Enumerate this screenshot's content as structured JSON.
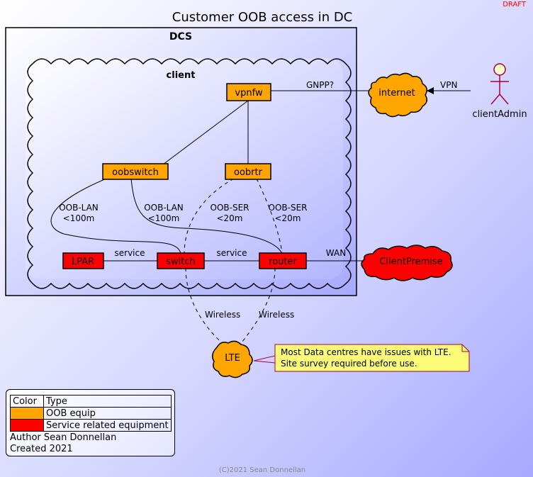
{
  "draft_label": "DRAFT",
  "title": "Customer OOB access in DC",
  "containers": {
    "dc": "DCS",
    "client": "client"
  },
  "nodes": {
    "vpnfw": "vpnfw",
    "oobswitch": "oobswitch",
    "oobrtr": "oobrtr",
    "lpar": "LPAR",
    "switch": "switch",
    "router": "router",
    "internet": "internet",
    "client_premise": "ClientPremise",
    "lte": "LTE",
    "client_admin": "clientAdmin"
  },
  "links": {
    "gnpp": "GNPP?",
    "vpn": "VPN",
    "oob_lan_1": [
      "OOB-LAN",
      "<100m"
    ],
    "oob_lan_2": [
      "OOB-LAN",
      "<100m"
    ],
    "oob_ser_1": [
      "OOB-SER",
      "<20m"
    ],
    "oob_ser_2": [
      "OOB-SER",
      "<20m"
    ],
    "service_1": "service",
    "service_2": "service",
    "wan": "WAN",
    "wireless_1": "Wireless",
    "wireless_2": "Wireless"
  },
  "note": [
    "Most Data centres have issues with LTE.",
    "Site survey required before use."
  ],
  "legend": {
    "header": {
      "color": "Color",
      "type": "Type"
    },
    "rows": [
      {
        "color": "#FFA500",
        "type": "OOB equip"
      },
      {
        "color": "#FF0000",
        "type": "Service related equipment"
      }
    ],
    "author": "Author Sean Donnellan",
    "created": "Created 2021"
  },
  "footer": "(C)2021 Sean Donnellan",
  "colors": {
    "oob": "#FFA500",
    "service": "#FF0000",
    "draft": "#FF0000",
    "note_bg": "#FBFB77",
    "actor_bg": "#FEFECE",
    "actor_line": "#A80036"
  }
}
